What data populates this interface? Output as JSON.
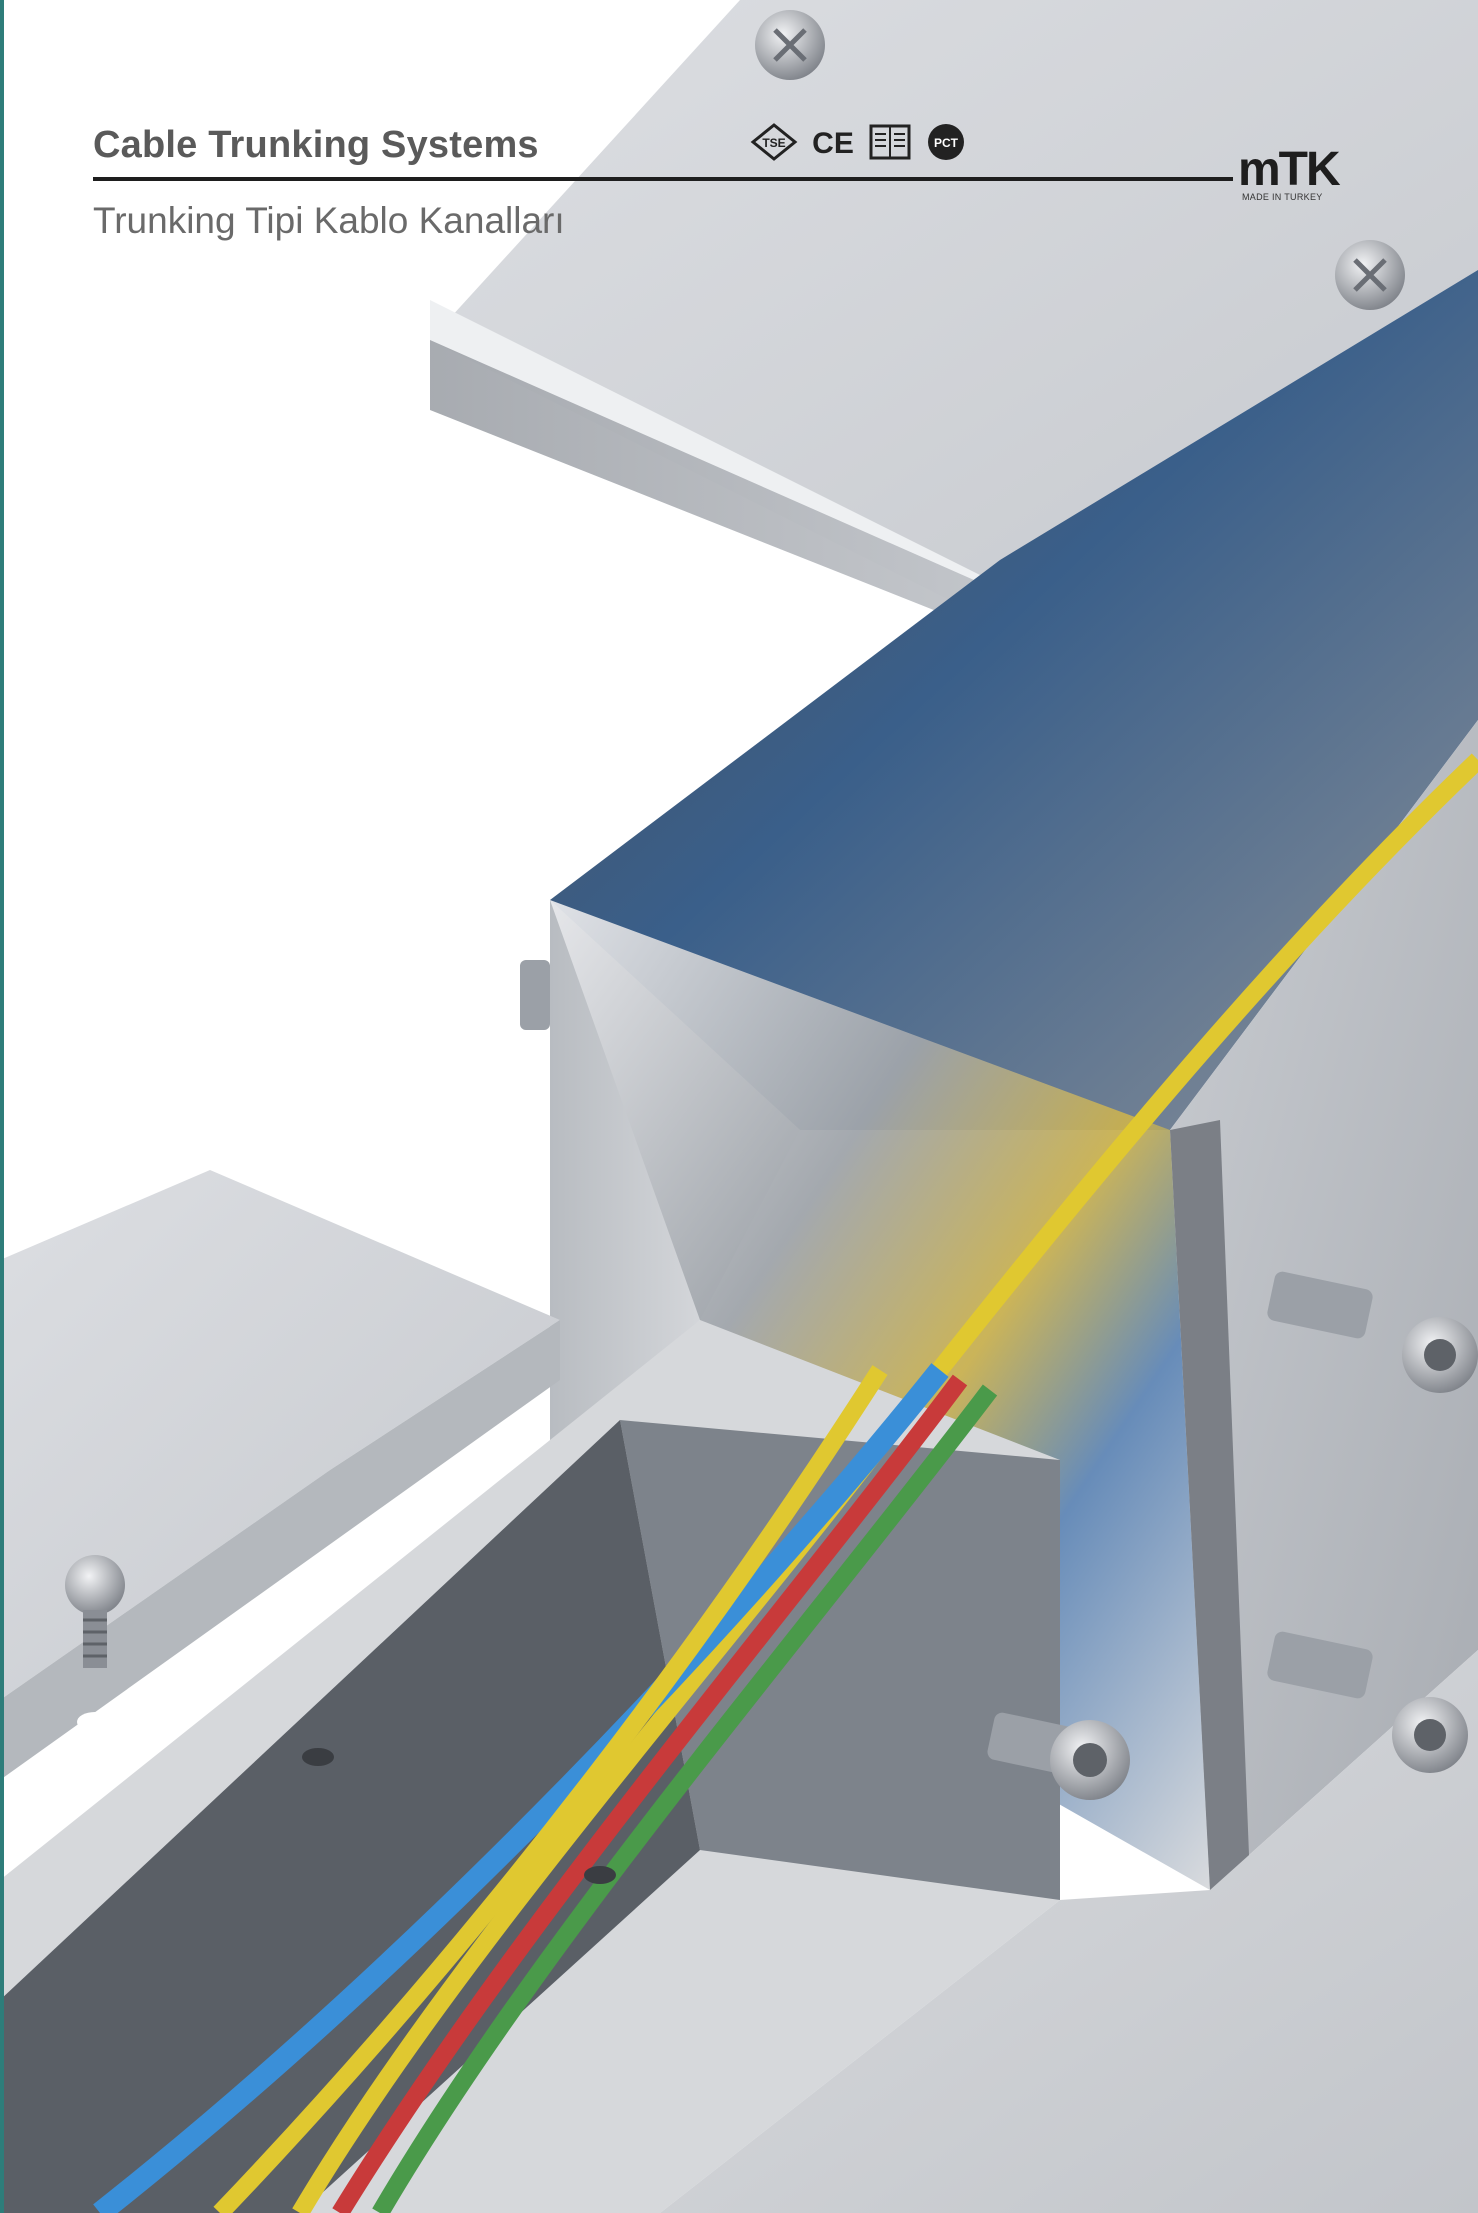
{
  "header": {
    "title": "Cable Trunking Systems",
    "subtitle": "Trunking Tipi Kablo Kanalları"
  },
  "certifications": [
    {
      "name": "tse-mark",
      "text": "TSE"
    },
    {
      "name": "ce-mark",
      "text": "CE"
    },
    {
      "name": "quality-mark"
    },
    {
      "name": "pct-mark",
      "text": "PCT"
    }
  ],
  "brand": {
    "logo_text": "mTK",
    "tagline": "MADE IN TURKEY"
  },
  "colors": {
    "edge_strip": "#2e7d7a",
    "rule": "#1e1e1e",
    "cable_yellow": "#e0c830",
    "cable_blue": "#3a8fd8",
    "cable_red": "#c83a3a",
    "cable_green": "#4a9a4a"
  }
}
